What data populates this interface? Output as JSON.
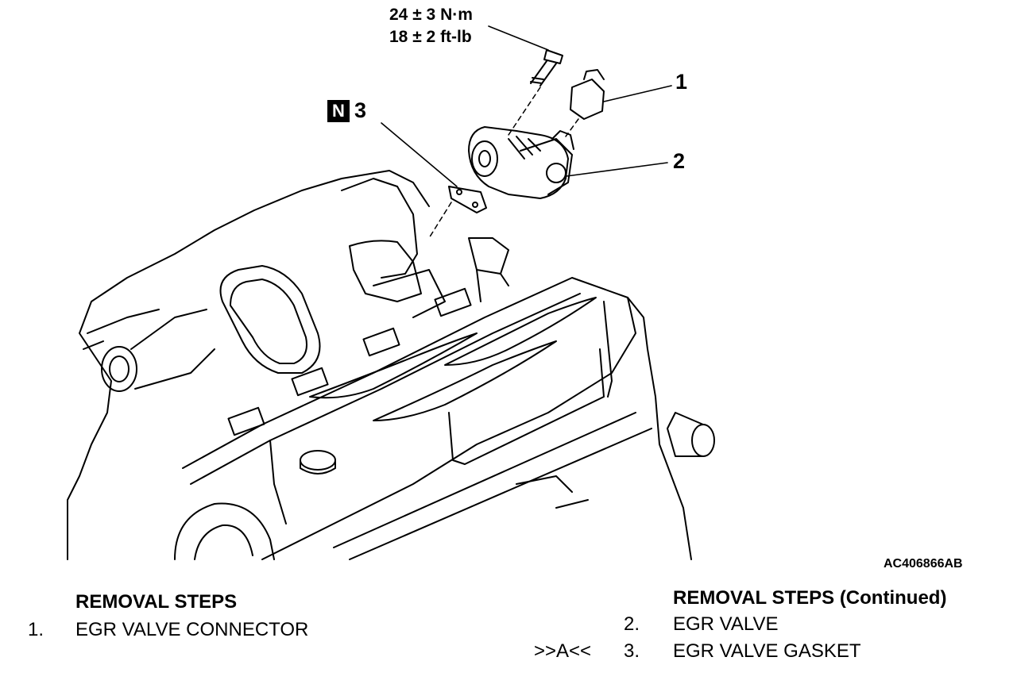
{
  "diagram": {
    "torque_nm": "24 ± 3 N·m",
    "torque_ftlb": "18 ± 2 ft-lb",
    "callouts": [
      "1",
      "2",
      "3"
    ],
    "new_part_badge": "N",
    "figure_id": "AC406866AB"
  },
  "steps": {
    "left_heading": "REMOVAL STEPS",
    "right_heading": "REMOVAL STEPS (Continued)",
    "items": [
      {
        "number": "1.",
        "label": "EGR VALVE CONNECTOR",
        "mark": ""
      },
      {
        "number": "2.",
        "label": "EGR VALVE",
        "mark": ""
      },
      {
        "number": "3.",
        "label": "EGR VALVE GASKET",
        "mark": ">>A<<"
      }
    ]
  }
}
